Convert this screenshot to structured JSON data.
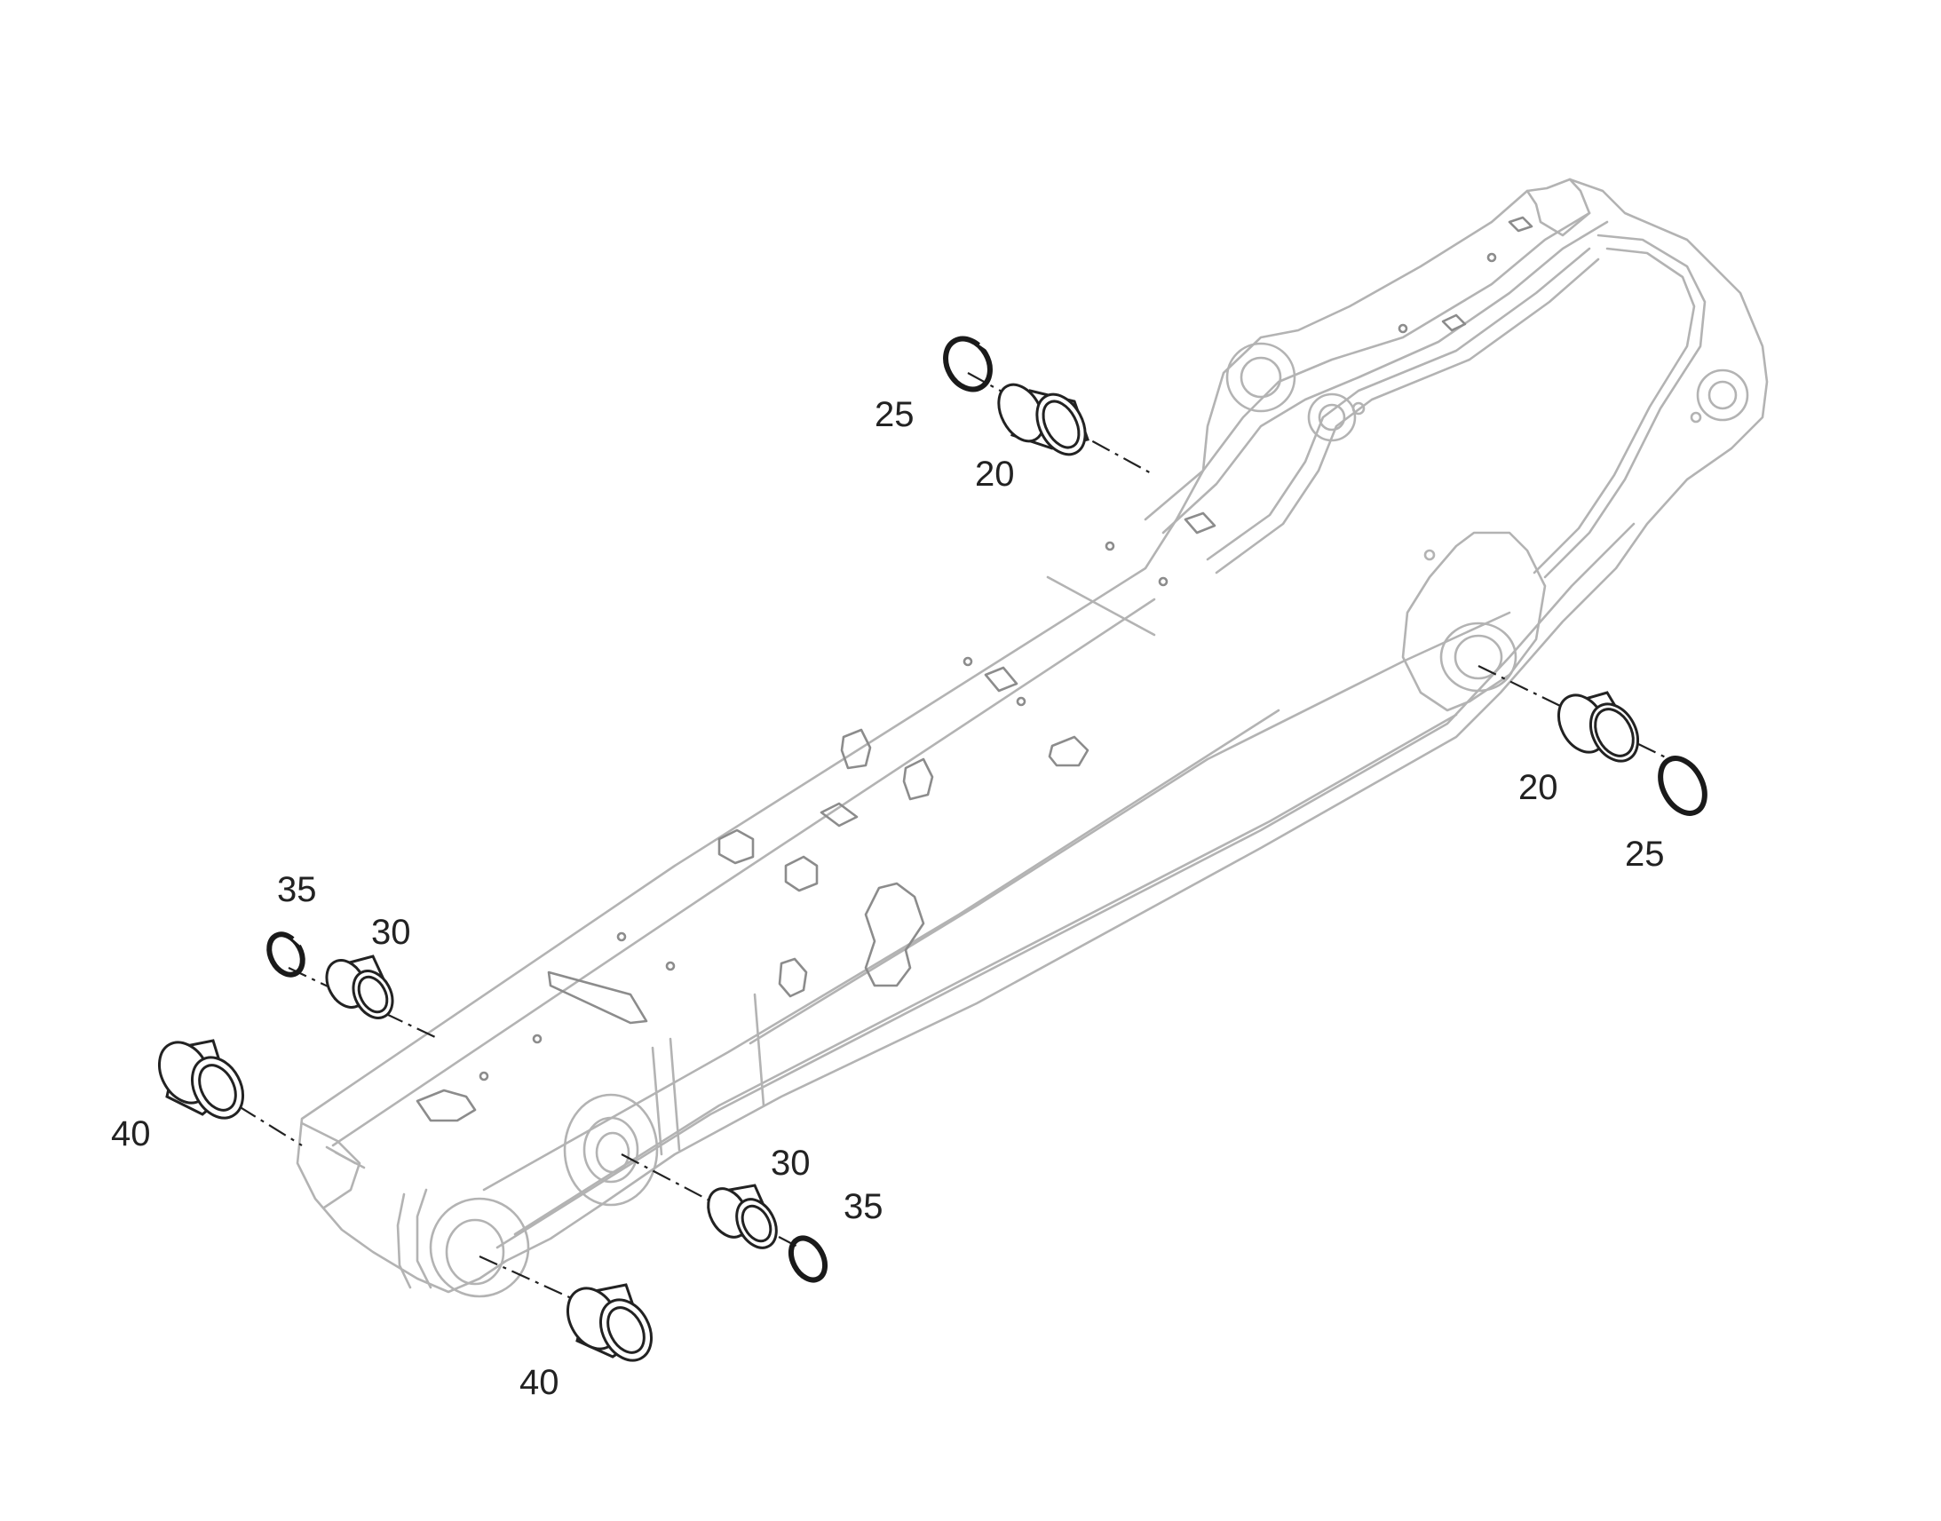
{
  "diagram": {
    "callouts": {
      "bushing_top": "20",
      "ring_top": "25",
      "bushing_right": "20",
      "ring_right": "25",
      "ring_left_small": "35",
      "bushing_left_small": "30",
      "bushing_left_large": "40",
      "bushing_center": "30",
      "ring_center": "35",
      "bushing_bottom": "40"
    },
    "colors": {
      "outline": "#b3b3b3",
      "parts": "#222222"
    }
  }
}
